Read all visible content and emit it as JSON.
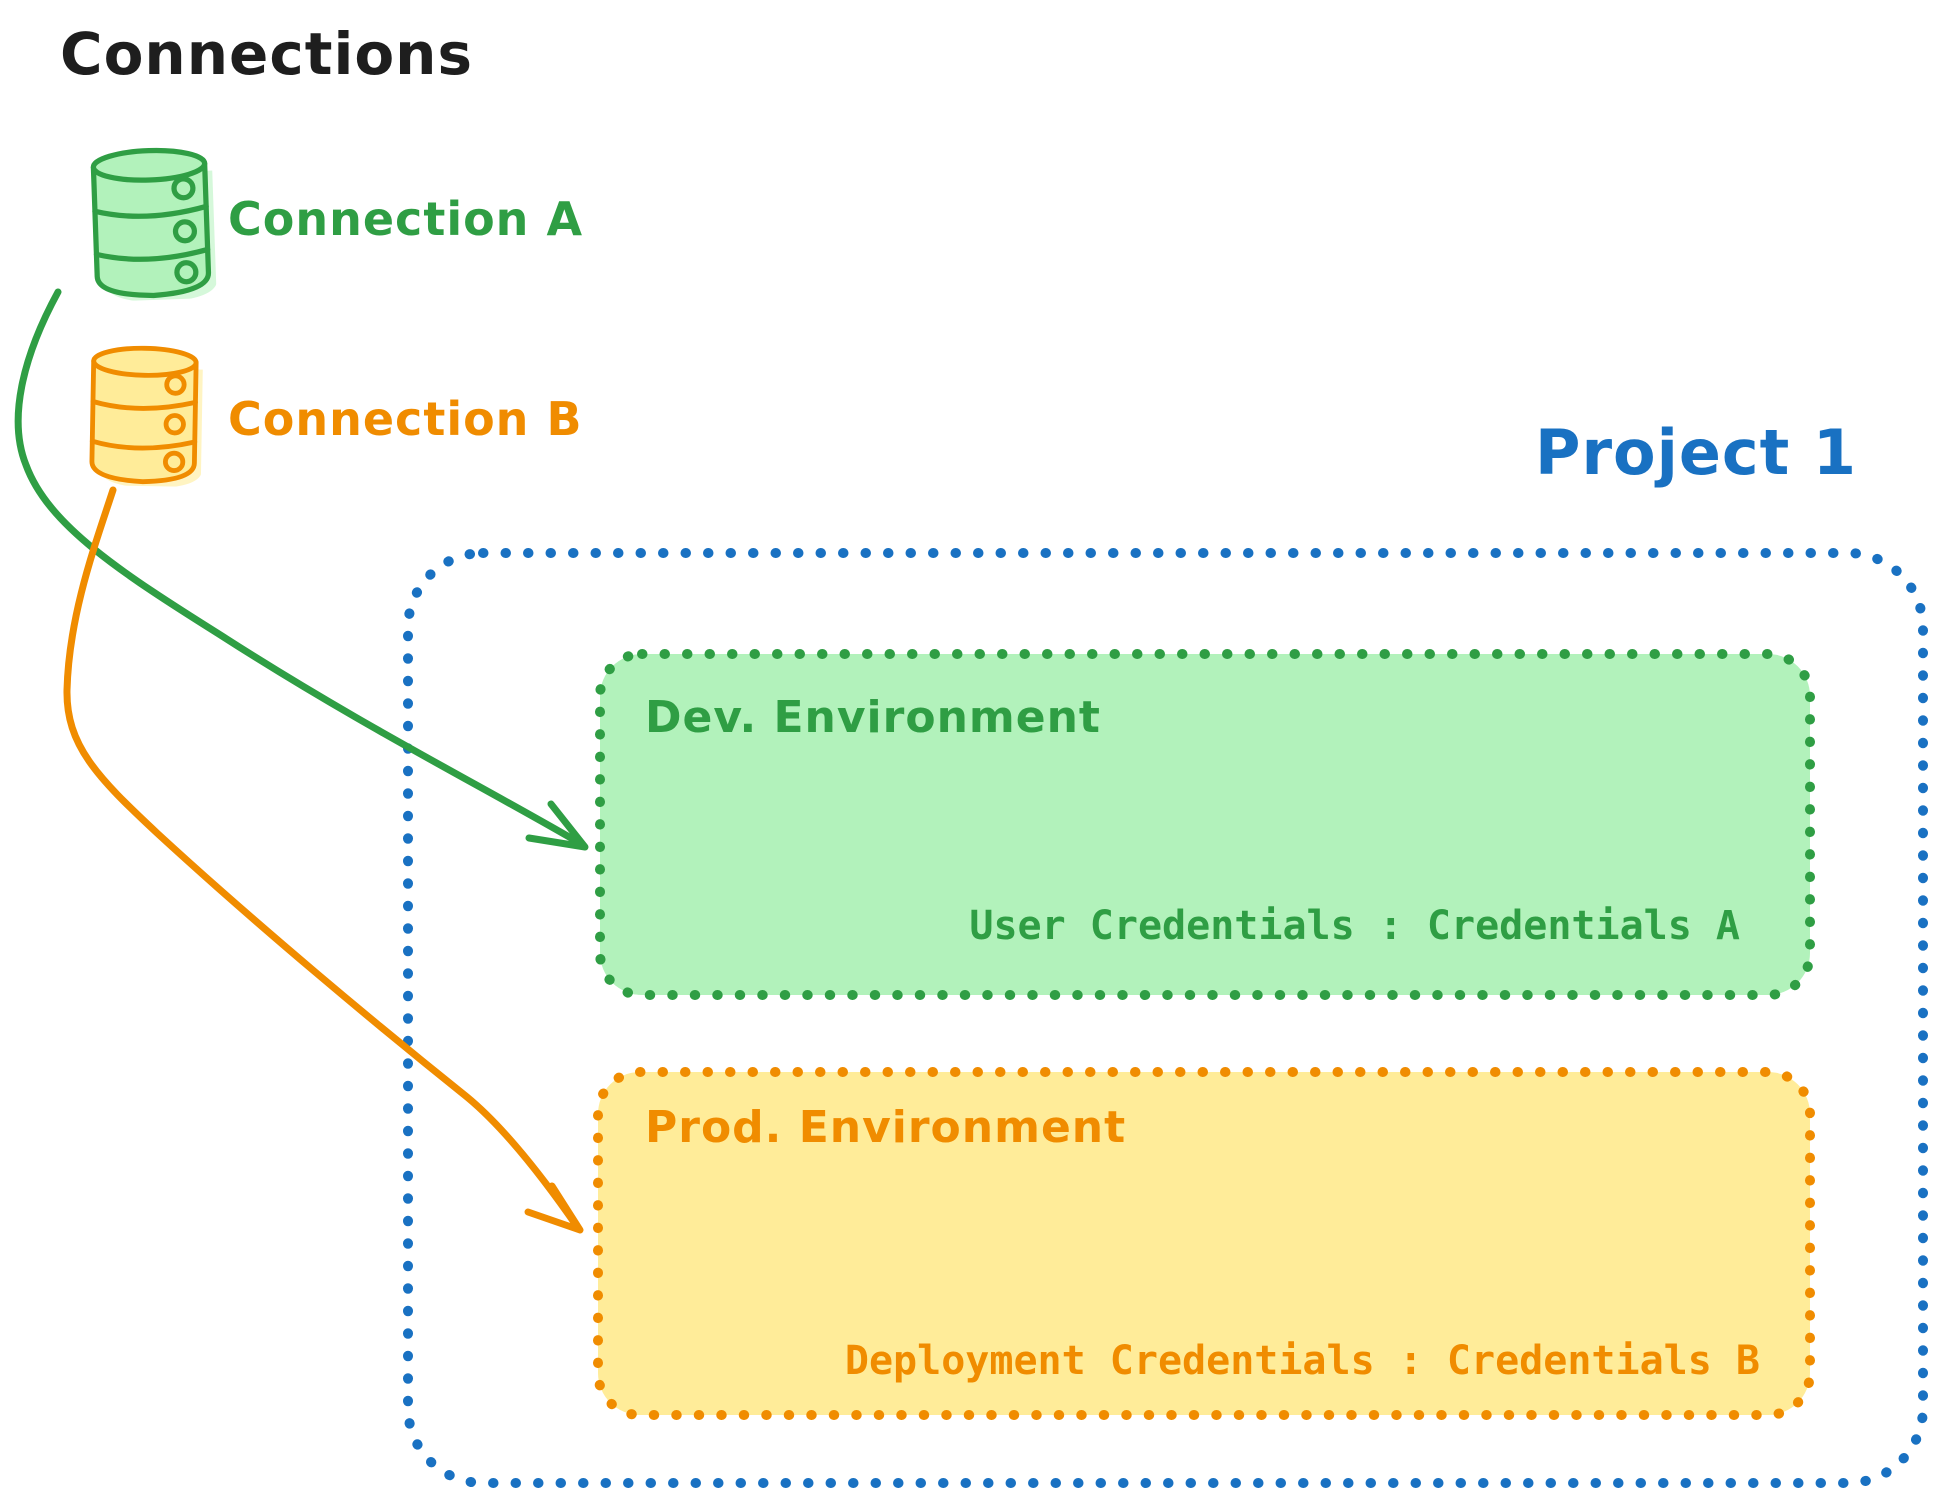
{
  "colors": {
    "black": "#1e1e1e",
    "green": "#2f9e44",
    "green_fill": "#b2f2bb",
    "orange": "#f08c00",
    "orange_fill": "#ffec99",
    "blue": "#1971c2",
    "background": "#ffffff"
  },
  "header": {
    "title": "Connections"
  },
  "connections": [
    {
      "label": "Connection A",
      "icon": "database-icon",
      "color": "#2f9e44"
    },
    {
      "label": "Connection B",
      "icon": "database-icon",
      "color": "#f08c00"
    }
  ],
  "project": {
    "title": "Project 1",
    "environments": [
      {
        "name": "Dev. Environment",
        "credentials": "User Credentials : Credentials A",
        "color": "#2f9e44"
      },
      {
        "name": "Prod. Environment",
        "credentials": "Deployment Credentials : Credentials B",
        "color": "#f08c00"
      }
    ]
  }
}
